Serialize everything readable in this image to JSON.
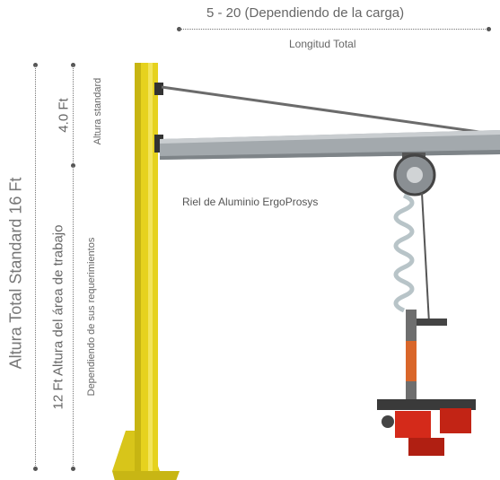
{
  "top": {
    "length_range": "5 - 20 (Dependiendo de la carga)",
    "length_label": "Longitud Total"
  },
  "left": {
    "total_height": "Altura Total Standard 16 Ft",
    "work_area": "12 Ft Altura del área de trabajo",
    "top_section": "4.0 Ft",
    "standard_height": "Altura standard",
    "depending": "Dependiendo de sus requerimientos"
  },
  "rail_label": "Riel de Aluminio ErgoProsys",
  "colors": {
    "post": "#e6d21e",
    "post_shade": "#b9a812",
    "rail": "#9aa0a4",
    "hoist_red": "#d42a1a",
    "dots": "#555555"
  }
}
